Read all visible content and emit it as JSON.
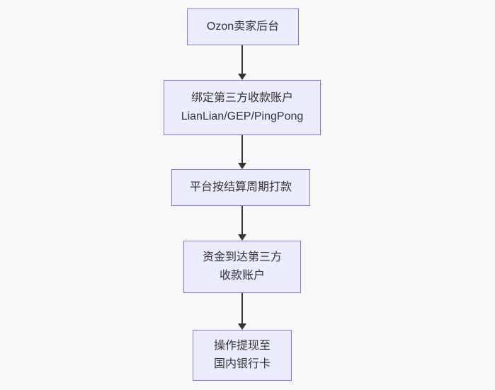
{
  "colors": {
    "background": "#F8F8FA",
    "node-fill": "#ECECFF",
    "node-border": "#9370DB",
    "arrow": "#333333",
    "text": "#333333"
  },
  "flowchart": {
    "type": "vertical-flowchart",
    "nodes": [
      {
        "label_lines": [
          "Ozon卖家后台"
        ]
      },
      {
        "label_lines": [
          "绑定第三方收款账户",
          "LianLian/GEP/PingPong"
        ]
      },
      {
        "label_lines": [
          "平台按结算周期打款"
        ]
      },
      {
        "label_lines": [
          "资金到达第三方",
          "收款账户"
        ]
      },
      {
        "label_lines": [
          "操作提现至",
          "国内银行卡"
        ]
      }
    ]
  }
}
